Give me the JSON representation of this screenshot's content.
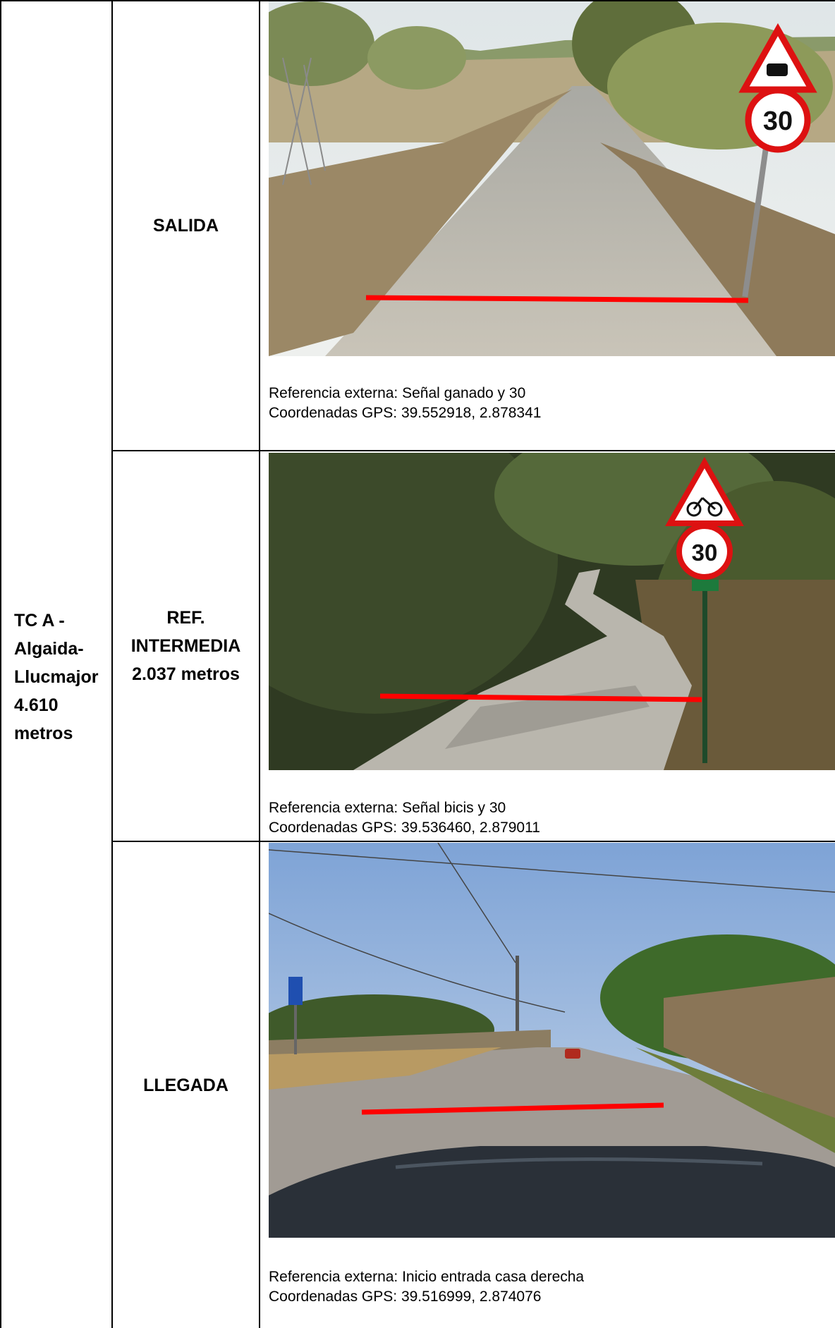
{
  "route": {
    "lines": [
      "TC A -",
      "Algaida-",
      "Llucmajor",
      "4.610",
      "metros"
    ]
  },
  "rows": [
    {
      "label_lines": [
        "SALIDA"
      ],
      "reference": "Referencia externa: Señal ganado y 30",
      "gps": "Coordenadas GPS: 39.552918, 2.878341",
      "photo_icon": "road-photo-cattle-sign"
    },
    {
      "label_lines": [
        "REF.",
        "INTERMEDIA",
        "2.037 metros"
      ],
      "reference": "Referencia externa: Señal bicis y 30",
      "gps": "Coordenadas GPS: 39.536460, 2.879011",
      "photo_icon": "road-photo-bicycle-sign"
    },
    {
      "label_lines": [
        "LLEGADA"
      ],
      "reference": "Referencia externa: Inicio entrada casa derecha",
      "gps": "Coordenadas GPS: 39.516999, 2.874076",
      "photo_icon": "road-photo-car-hood"
    }
  ],
  "signs": {
    "speed_limit": "30"
  },
  "colors": {
    "marker_line": "#ff0000",
    "border": "#000000"
  }
}
